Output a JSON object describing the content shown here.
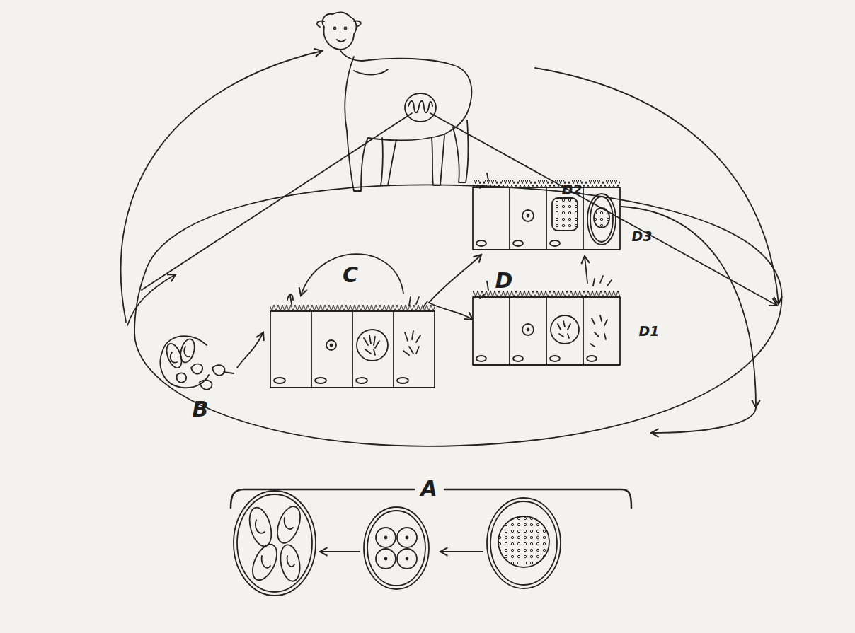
{
  "diagram": {
    "labels": [
      "D2",
      "C",
      "D3",
      "D",
      "B",
      "D1",
      "A"
    ]
  }
}
